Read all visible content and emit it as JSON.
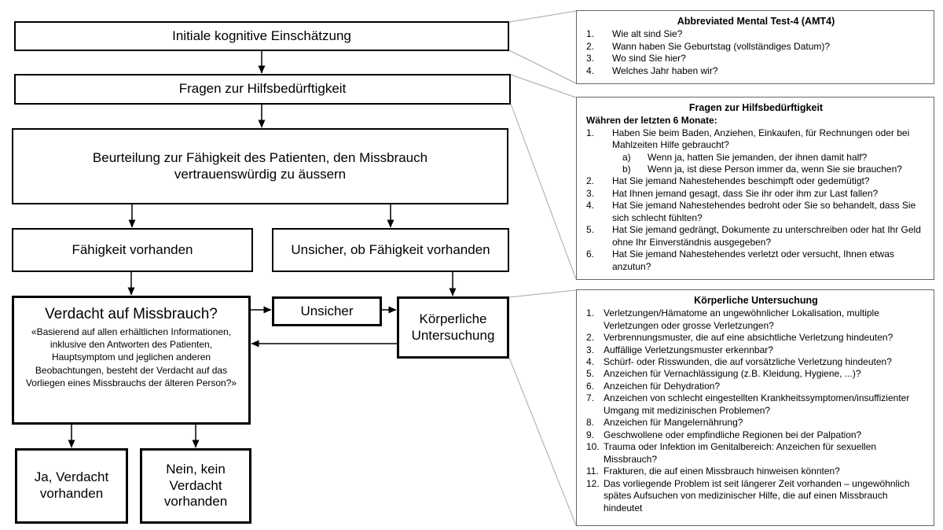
{
  "flowchart": {
    "boxes": {
      "initial": {
        "label": "Initiale kognitive Einschätzung"
      },
      "fragen": {
        "label": "Fragen zur Hilfsbedürftigkeit"
      },
      "beurteilung": {
        "label": "Beurteilung zur Fähigkeit des Patienten, den Missbrauch vertrauenswürdig zu äussern"
      },
      "faehigkeit": {
        "label": "Fähigkeit vorhanden"
      },
      "unsicher_faehigkeit": {
        "label": "Unsicher, ob Fähigkeit vorhanden"
      },
      "verdacht": {
        "title": "Verdacht auf Missbrauch?",
        "subtext": "«Basierend auf allen erhältlichen Informationen, inklusive den Antworten des Patienten, Hauptsymptom und jeglichen anderen Beobachtungen, besteht der Verdacht auf das Vorliegen eines Missbrauchs der älteren Person?»"
      },
      "unsicher": {
        "label": "Unsicher"
      },
      "koerperlich": {
        "label": "Körperliche Untersuchung"
      },
      "ja": {
        "label": "Ja, Verdacht vorhanden"
      },
      "nein": {
        "label": "Nein, kein Verdacht vorhanden"
      }
    }
  },
  "panels": [
    {
      "title": "Abbreviated Mental Test-4 (AMT4)",
      "items": [
        {
          "num": "1.",
          "text": "Wie alt sind Sie?"
        },
        {
          "num": "2.",
          "text": "Wann haben Sie Geburtstag (vollständiges Datum)?"
        },
        {
          "num": "3.",
          "text": "Wo sind Sie hier?"
        },
        {
          "num": "4.",
          "text": "Welches Jahr haben wir?"
        }
      ]
    },
    {
      "title": "Fragen zur Hilfsbedürftigkeit",
      "intro": "Währen der letzten 6 Monate:",
      "items": [
        {
          "num": "1.",
          "text": "Haben Sie beim Baden, Anziehen, Einkaufen, für Rechnungen oder bei Mahlzeiten Hilfe gebraucht?",
          "subitems": [
            {
              "num": "a)",
              "text": "Wenn ja, hatten Sie jemanden, der ihnen damit half?"
            },
            {
              "num": "b)",
              "text": "Wenn ja, ist diese Person immer da, wenn Sie sie brauchen?"
            }
          ]
        },
        {
          "num": "2.",
          "text": "Hat Sie jemand Nahestehendes beschimpft oder gedemütigt?"
        },
        {
          "num": "3.",
          "text": "Hat Ihnen jemand gesagt, dass Sie ihr oder ihm zur Last fallen?"
        },
        {
          "num": "4.",
          "text": "Hat Sie jemand Nahestehendes bedroht oder Sie so behandelt, dass Sie sich schlecht fühlten?"
        },
        {
          "num": "5.",
          "text": "Hat Sie jemand gedrängt, Dokumente zu unterschreiben oder hat Ihr Geld ohne Ihr Einverständnis ausgegeben?"
        },
        {
          "num": "6.",
          "text": "Hat Sie jemand Nahestehendes verletzt oder versucht, Ihnen etwas anzutun?"
        }
      ]
    },
    {
      "title": "Körperliche Untersuchung",
      "items": [
        {
          "num": "1.",
          "text": "Verletzungen/Hämatome an ungewöhnlicher Lokalisation, multiple Verletzungen oder grosse Verletzungen?"
        },
        {
          "num": "2.",
          "text": "Verbrennungsmuster, die auf eine absichtliche Verletzung hindeuten?"
        },
        {
          "num": "3.",
          "text": "Auffällige Verletzungsmuster erkennbar?"
        },
        {
          "num": "4.",
          "text": "Schürf- oder Risswunden, die auf vorsätzliche Verletzung hindeuten?"
        },
        {
          "num": "5.",
          "text": "Anzeichen für Vernachlässigung (z.B. Kleidung, Hygiene, ...)?"
        },
        {
          "num": "6.",
          "text": "Anzeichen für Dehydration?"
        },
        {
          "num": "7.",
          "text": "Anzeichen von schlecht eingestellten Krankheitssymptomen/insuffizienter Umgang mit medizinischen Problemen?"
        },
        {
          "num": "8.",
          "text": "Anzeichen für Mangelernährung?"
        },
        {
          "num": "9.",
          "text": "Geschwollene oder empfindliche Regionen bei der Palpation?"
        },
        {
          "num": "10.",
          "text": "Trauma oder Infektion im Genitalbereich: Anzeichen für sexuellen Missbrauch?"
        },
        {
          "num": "11.",
          "text": "Frakturen, die auf einen Missbrauch hinweisen könnten?"
        },
        {
          "num": "12.",
          "text": "Das vorliegende Problem ist seit längerer Zeit vorhanden – ungewöhnlich spätes Aufsuchen von medizinischer Hilfe, die auf einen Missbrauch hindeutet"
        }
      ]
    }
  ],
  "colors": {
    "background": "#ffffff",
    "box_border": "#000000",
    "panel_border": "#666666",
    "callout_line": "#a6a6a6",
    "text": "#000000"
  }
}
